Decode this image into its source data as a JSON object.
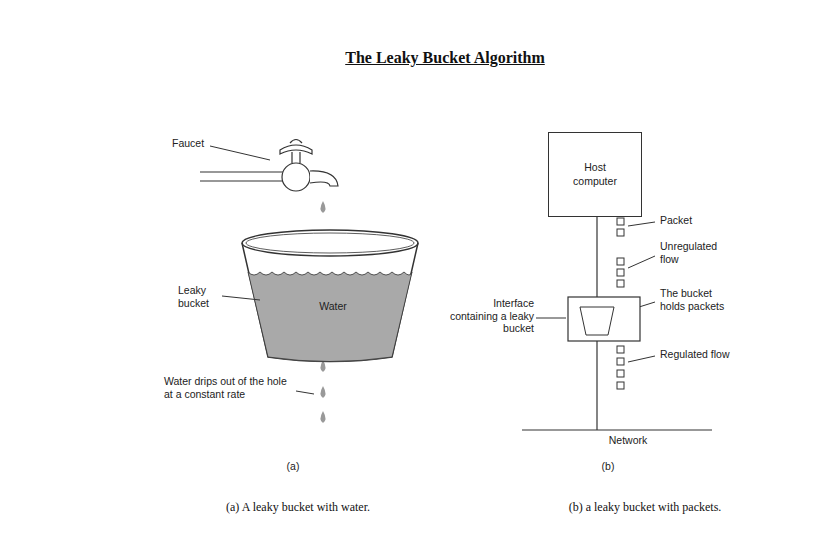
{
  "diagram": {
    "title": "The Leaky Bucket Algorithm",
    "nodes": [
      {
        "text": [
          "Host computer"
        ]
      }
    ],
    "labels": [
      "Faucet",
      "Leaky bucket",
      "Water",
      "Water drips out of the hole at a constant rate",
      "(a)",
      "(a) A leaky bucket with water.",
      "Packet",
      "Unregulated flow",
      "Interface containing a leaky bucket",
      "The bucket holds packets",
      "Regulated flow",
      "Network",
      "(b)",
      "(b) a leaky bucket with packets."
    ]
  }
}
